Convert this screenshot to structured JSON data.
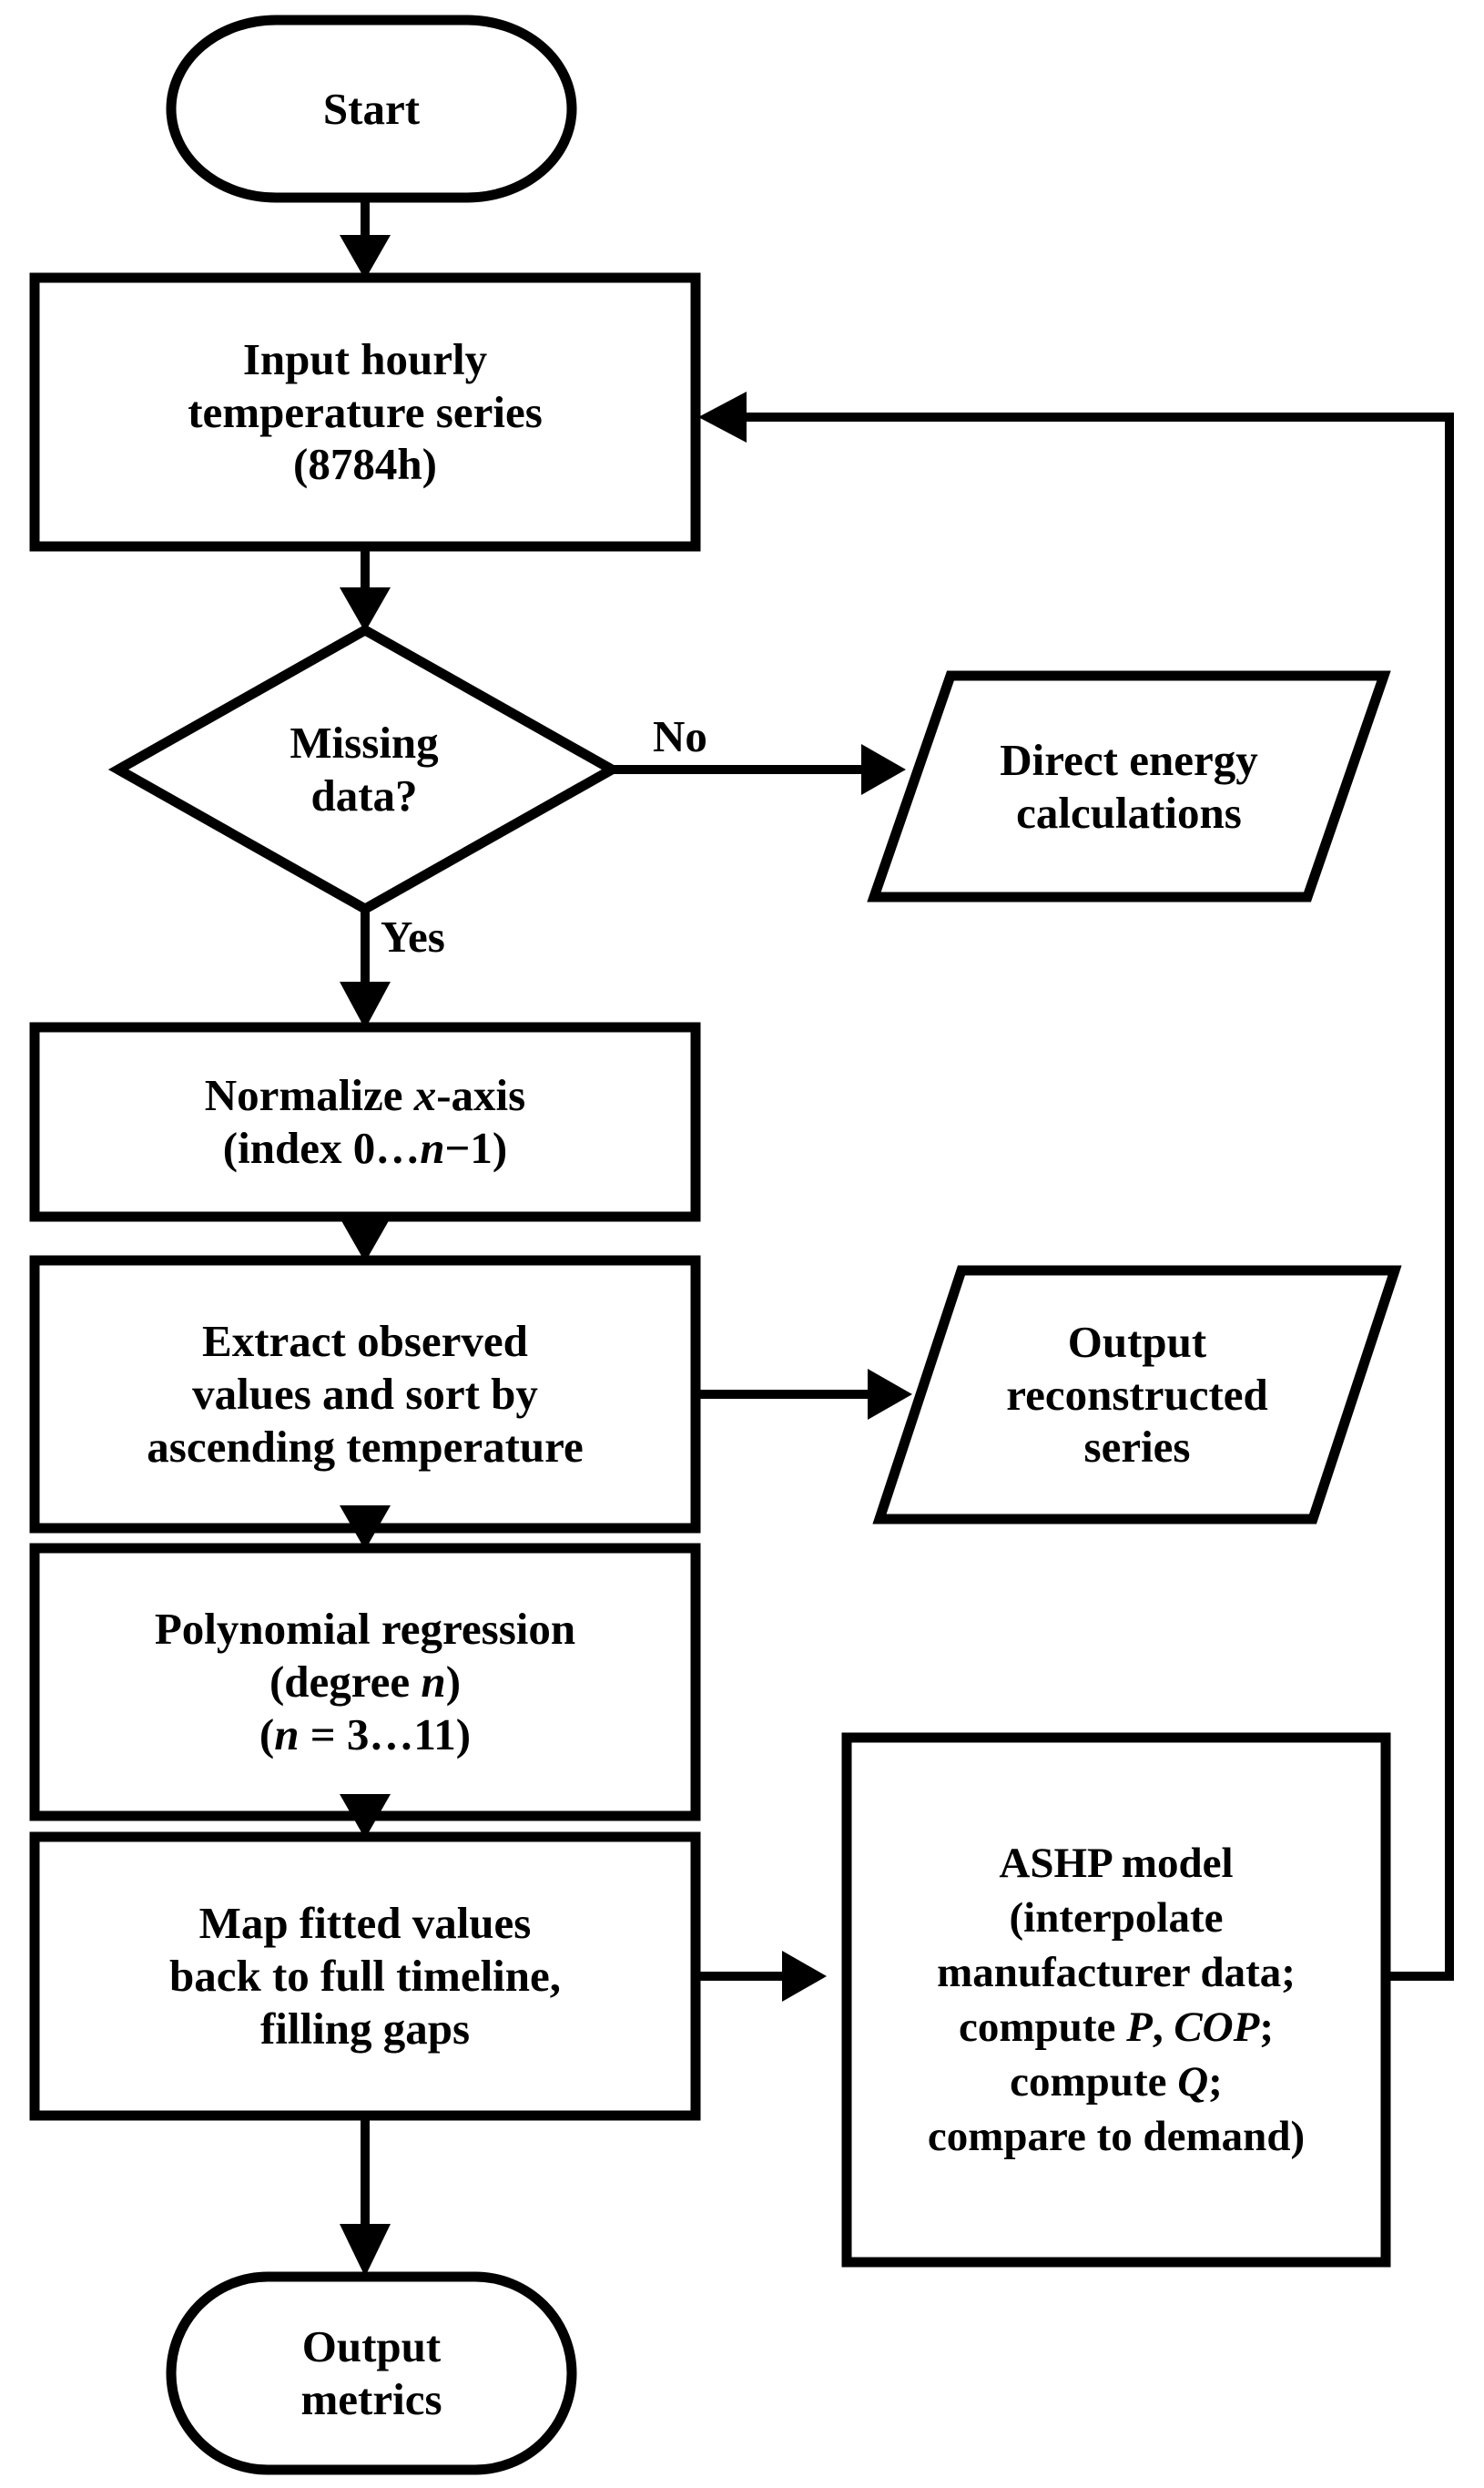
{
  "diagram": {
    "title": "ASHP temperature series reconstruction flowchart",
    "colors": {
      "stroke": "#000000",
      "fill": "#ffffff",
      "text": "#000000"
    },
    "nodes": {
      "start": {
        "shape": "terminator",
        "lines": [
          "Start"
        ]
      },
      "input_series": {
        "shape": "process",
        "lines": [
          "Input hourly",
          "temperature series",
          "(8784h)"
        ]
      },
      "missing_data": {
        "shape": "decision",
        "lines": [
          "Missing",
          "data?"
        ]
      },
      "direct_energy": {
        "shape": "data",
        "lines": [
          "Direct energy",
          "calculations"
        ]
      },
      "normalize": {
        "shape": "process",
        "lines": [
          "Normalize x-axis",
          "(index 0…n−1)"
        ],
        "line1_pre": "Normalize ",
        "line1_italic": "x",
        "line1_post": "-axis",
        "line2_pre": "(index 0…",
        "line2_italic": "n",
        "line2_post": "−1)"
      },
      "extract": {
        "shape": "process",
        "lines": [
          "Extract observed",
          "values and sort by",
          "ascending temperature"
        ]
      },
      "output_reconstructed": {
        "shape": "data",
        "lines": [
          "Output",
          "reconstructed",
          "series"
        ]
      },
      "polynomial": {
        "shape": "process",
        "lines": [
          "Polynomial regression",
          "(degree n)",
          "(n = 3…11)"
        ],
        "line2_pre": "(degree ",
        "line2_italic": "n",
        "line2_post": ")",
        "line3_pre": "(",
        "line3_italic": "n",
        "line3_post": " = 3…11)"
      },
      "map_back": {
        "shape": "process",
        "lines": [
          "Map fitted values",
          "back to full timeline,",
          "filling gaps"
        ]
      },
      "ashp": {
        "shape": "process",
        "lines": [
          "ASHP model",
          "(interpolate",
          "manufacturer data;",
          "compute P, COP;",
          "compute Q;",
          "compare to demand)"
        ],
        "line4_pre": "compute ",
        "line4_italic_1": "P",
        "line4_mid": ", ",
        "line4_italic_2": "COP",
        "line4_post": ";",
        "line5_pre": "compute ",
        "line5_italic": "Q",
        "line5_post": ";"
      },
      "output_metrics": {
        "shape": "terminator",
        "lines": [
          "Output",
          "metrics"
        ]
      }
    },
    "edge_labels": {
      "no": "No",
      "yes": "Yes"
    }
  }
}
